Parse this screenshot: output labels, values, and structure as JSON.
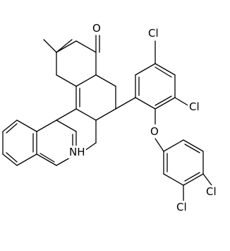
{
  "atoms": {
    "o_ketone": "O",
    "cl_ring_top": "Cl",
    "cl_ring_ortho": "Cl",
    "o_ether": "O",
    "nh": "NH",
    "cl_benzyl_ortho": "Cl",
    "cl_benzyl_para": "Cl"
  }
}
